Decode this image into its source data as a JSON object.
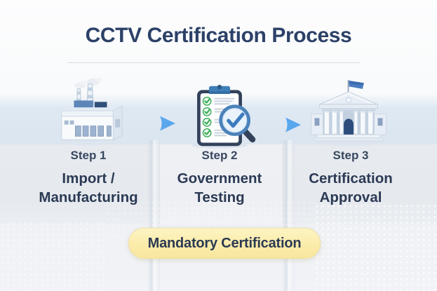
{
  "title": "CCTV Certification Process",
  "process": {
    "steps": [
      {
        "step": "Step 1",
        "line1": "Import /",
        "line2": "Manufacturing",
        "icon": "factory-icon"
      },
      {
        "step": "Step 2",
        "line1": "Government",
        "line2": "Testing",
        "icon": "inspection-clipboard-icon"
      },
      {
        "step": "Step 3",
        "line1": "Certification",
        "line2": "Approval",
        "icon": "government-building-icon"
      }
    ]
  },
  "badge": {
    "label": "Mandatory Certification"
  },
  "colors": {
    "title_text": "#2c4168",
    "step_label_text": "#384860",
    "step_name_text": "#2b3a54",
    "arrow_blue": "#5aa7ed",
    "badge_background": "#fbecaa",
    "badge_text": "#2c3a52",
    "icon_band_blue": "#d7e3ef",
    "check_green": "#3fae5a",
    "clipboard_navy": "#33415a",
    "flag_blue": "#4a7dc0"
  }
}
